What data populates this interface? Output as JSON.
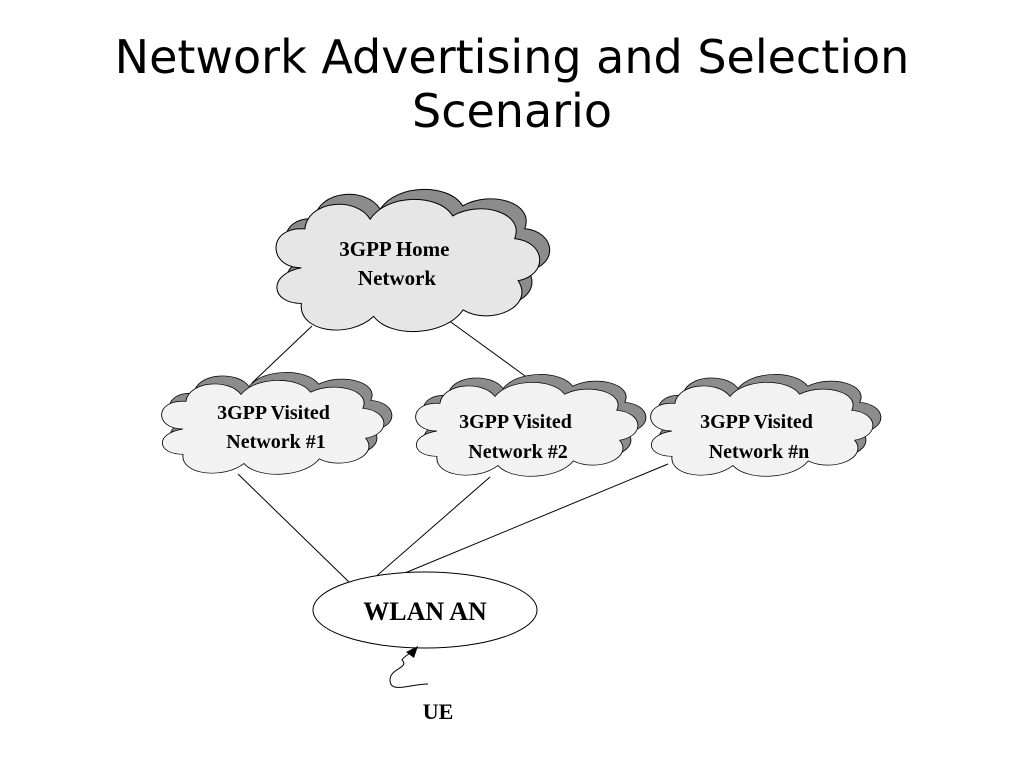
{
  "title": {
    "line1": "Network Advertising and Selection",
    "line2": "Scenario"
  },
  "diagram": {
    "home_network": {
      "line1": "3GPP Home",
      "line2": "Network"
    },
    "visited_networks": [
      {
        "line1": "3GPP Visited",
        "line2": "Network #1"
      },
      {
        "line1": "3GPP Visited",
        "line2": "Network #2"
      },
      {
        "line1": "3GPP Visited",
        "line2": "Network #n"
      }
    ],
    "access_network": "WLAN AN",
    "terminal": "UE",
    "colors": {
      "cloud_fill_home": "#e6e6e6",
      "cloud_fill_visited": "#f2f2f2",
      "cloud_shadow": "#8c8c8c",
      "stroke": "#000000"
    }
  }
}
